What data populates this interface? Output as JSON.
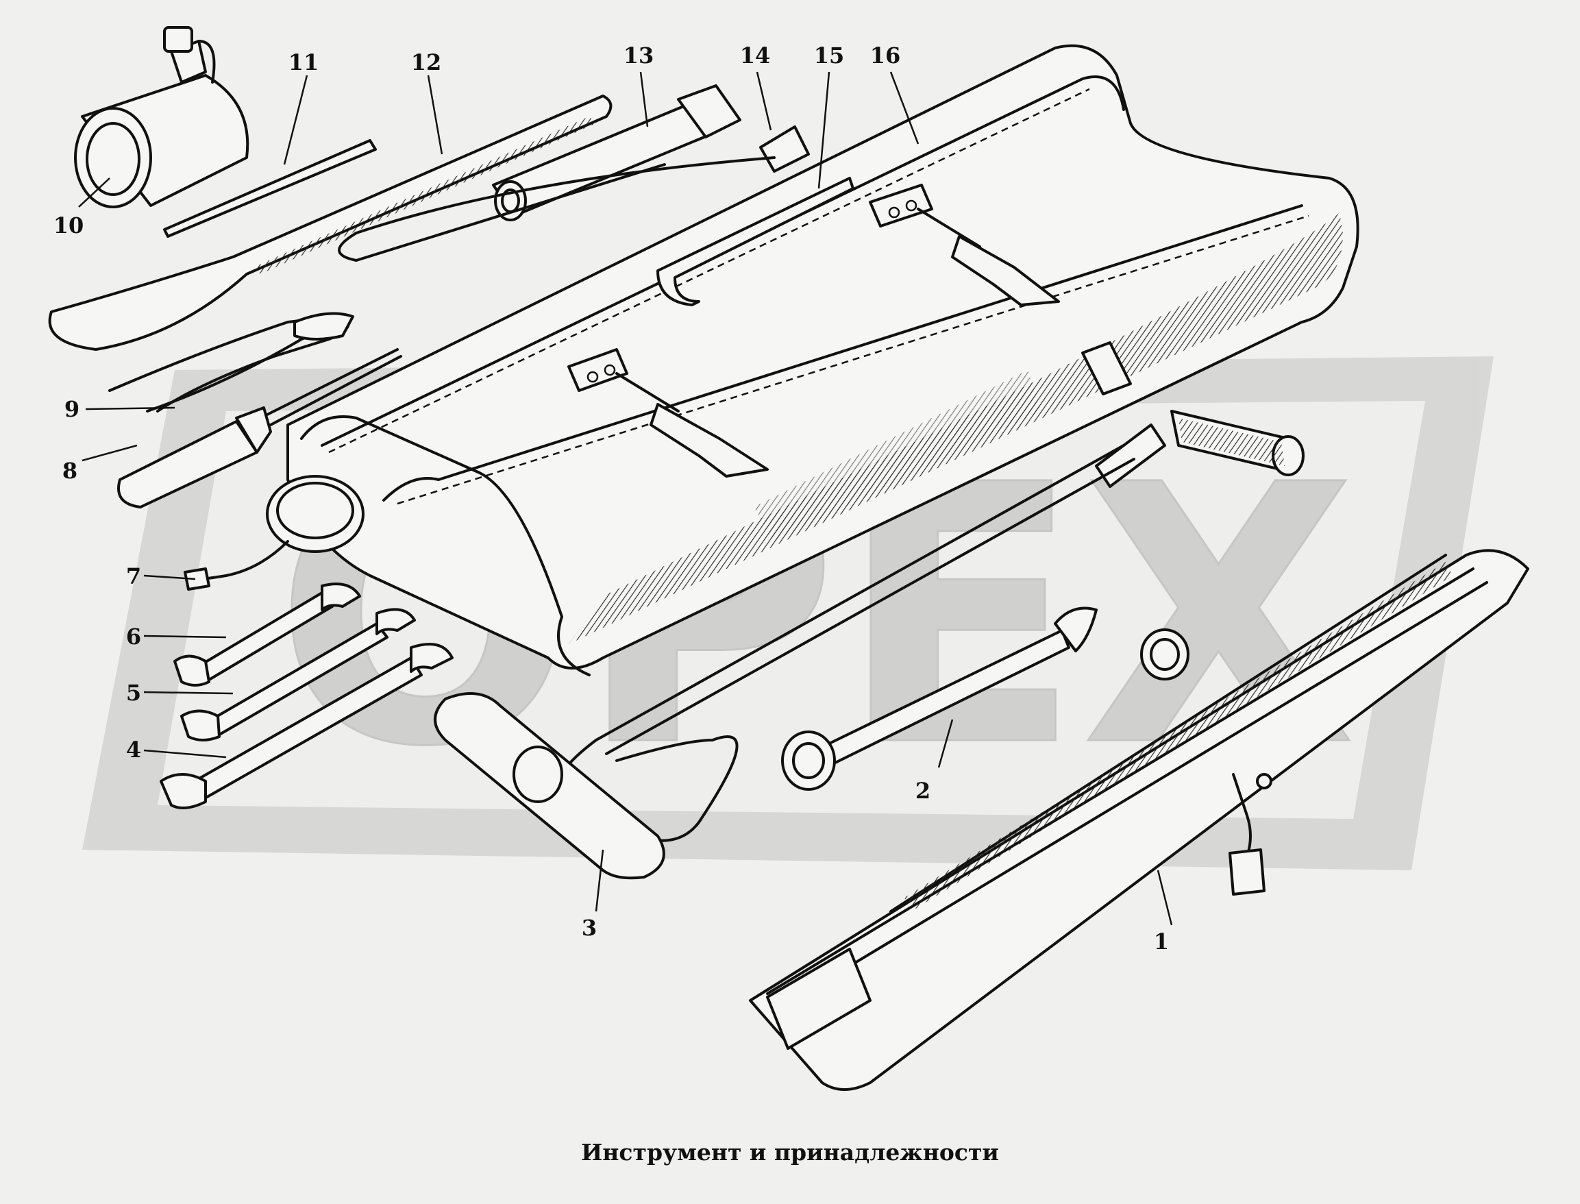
{
  "diagram": {
    "caption": "Инструмент и принадлежности",
    "callouts": [
      {
        "id": "1",
        "text": "1"
      },
      {
        "id": "2",
        "text": "2"
      },
      {
        "id": "3",
        "text": "3"
      },
      {
        "id": "4",
        "text": "4"
      },
      {
        "id": "5",
        "text": "5"
      },
      {
        "id": "6",
        "text": "6"
      },
      {
        "id": "7",
        "text": "7"
      },
      {
        "id": "8",
        "text": "8"
      },
      {
        "id": "9",
        "text": "9"
      },
      {
        "id": "10",
        "text": "10"
      },
      {
        "id": "11",
        "text": "11"
      },
      {
        "id": "12",
        "text": "12"
      },
      {
        "id": "13",
        "text": "13"
      },
      {
        "id": "14",
        "text": "14"
      },
      {
        "id": "15",
        "text": "15"
      },
      {
        "id": "16",
        "text": "16"
      }
    ],
    "watermark": "OPEX"
  }
}
